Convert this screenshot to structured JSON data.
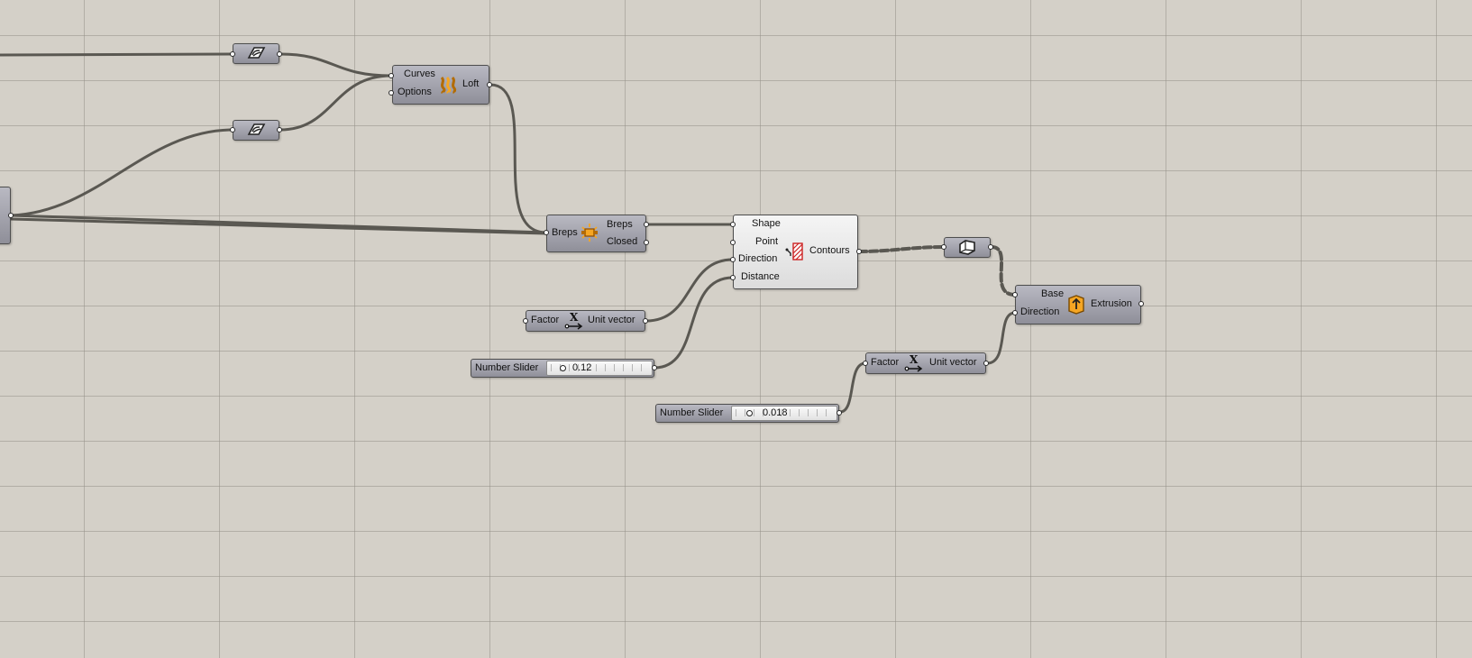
{
  "loft": {
    "inputs": [
      "Curves",
      "Options"
    ],
    "output": "Loft"
  },
  "cap_holes": {
    "input": "Breps",
    "outputs": [
      "Breps",
      "Closed"
    ]
  },
  "contour": {
    "inputs": [
      "Shape",
      "Point",
      "Direction",
      "Distance"
    ],
    "output": "Contours"
  },
  "extrude": {
    "inputs": [
      "Base",
      "Direction"
    ],
    "output": "Extrusion"
  },
  "unit_vector_1": {
    "input": "Factor",
    "output": "Unit vector"
  },
  "unit_vector_2": {
    "input": "Factor",
    "output": "Unit vector"
  },
  "slider_1": {
    "label": "Number Slider",
    "value": "0.12",
    "position": 0.08
  },
  "slider_2": {
    "label": "Number Slider",
    "value": "0.018",
    "position": 0.1
  },
  "icons": {
    "curve_param": "curve-parameter-icon",
    "loft": "loft-icon",
    "cap": "cap-holes-icon",
    "contour": "contour-icon",
    "brep_param": "brep-parameter-icon",
    "extrude": "extrude-icon",
    "unit_vector": "unit-vector-icon"
  },
  "colors": {
    "canvas": "#d4d0c8",
    "wire": "#5a5852",
    "icon_orange": "#f5a623"
  }
}
